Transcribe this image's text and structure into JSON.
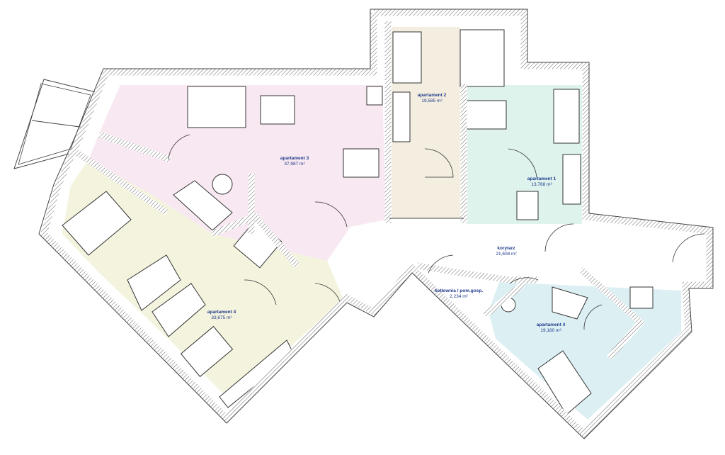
{
  "rooms": [
    {
      "name": "apartament 3",
      "area": "37,987 m²",
      "color": "#f8e8f2"
    },
    {
      "name": "apartament 2",
      "area": "19,585 m²",
      "color": "#f3eee0"
    },
    {
      "name": "apartament 1",
      "area": "13,768 m²",
      "color": "#ddf3ec"
    },
    {
      "name": "korytarz",
      "area": "21,608 m²",
      "color": "#ffffff"
    },
    {
      "name": "apartament 4",
      "area": "33,675 m²",
      "color": "#f3f3de"
    },
    {
      "name": "apartament 4",
      "area": "19,180 m²",
      "color": "#dcf0f4"
    },
    {
      "name": "kotłownia / pom.gosp.",
      "area": "2,234 m²",
      "color": "#ffffff"
    }
  ]
}
